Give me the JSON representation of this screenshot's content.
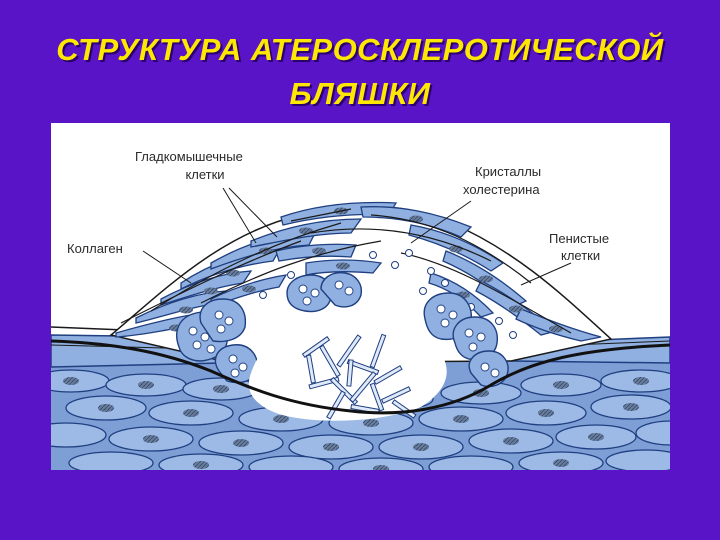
{
  "title": {
    "line1": "СТРУКТУРА АТЕРОСКЛЕРОТИЧЕСКОЙ",
    "line2": "БЛЯШКИ"
  },
  "labels": {
    "smooth_muscle_1": "Гладкомышечные",
    "smooth_muscle_2": "клетки",
    "cholesterol_1": "Кристаллы",
    "cholesterol_2": "холестерина",
    "collagen": "Коллаген",
    "foam_1": "Пенистые",
    "foam_2": "клетки"
  },
  "colors": {
    "background": "#5a14c8",
    "title": "#ffe800",
    "cell_fill": "#8fb0e0",
    "cell_stroke": "#1f3f80",
    "crystal_fill": "#dfe9f8"
  }
}
